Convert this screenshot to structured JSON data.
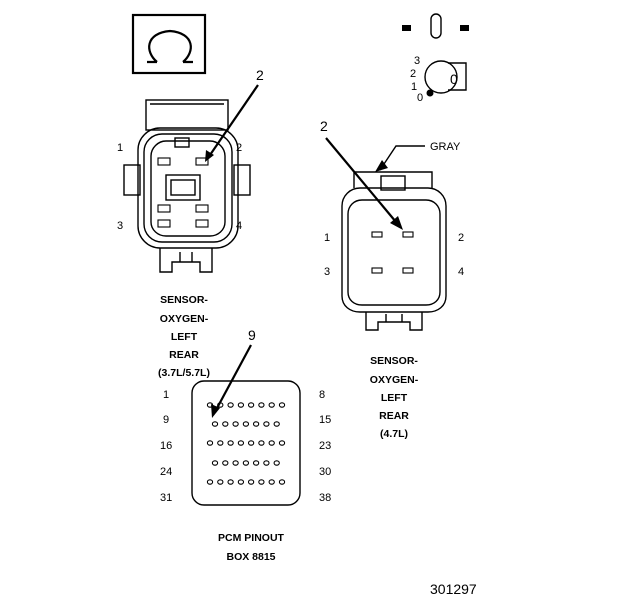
{
  "connector_a": {
    "pin_labels": [
      "1",
      "2",
      "3",
      "4"
    ],
    "callout": "2",
    "caption": [
      "SENSOR-",
      "OXYGEN-",
      "LEFT",
      "REAR",
      "(3.7L/5.7L)"
    ]
  },
  "connector_b": {
    "pin_labels": [
      "1",
      "2",
      "3",
      "4"
    ],
    "callout": "2",
    "color_label": "GRAY",
    "caption": [
      "SENSOR-",
      "OXYGEN-",
      "LEFT",
      "REAR",
      "(4.7L)"
    ]
  },
  "pcm": {
    "callout": "9",
    "row_start_labels": [
      "1",
      "9",
      "16",
      "24",
      "31"
    ],
    "row_end_labels": [
      "8",
      "15",
      "23",
      "30",
      "38"
    ],
    "caption": [
      "PCM PINOUT",
      "BOX 8815"
    ]
  },
  "key_symbol": {
    "position_labels": [
      "3",
      "2",
      "1",
      "0"
    ],
    "key_text": "0"
  },
  "figure_number": "301297"
}
